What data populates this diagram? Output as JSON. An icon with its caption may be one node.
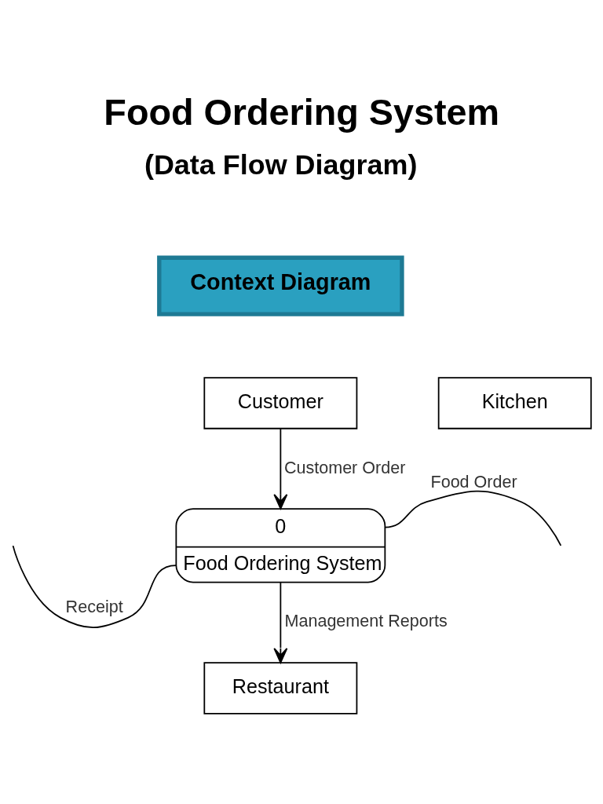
{
  "diagram": {
    "title": "Food Ordering System",
    "nodes": [
      {
        "text": [
          "Context Diagram"
        ]
      },
      {
        "text": [
          "Customer"
        ]
      },
      {
        "text": [
          "Kitchen"
        ]
      },
      {
        "text": [
          "0",
          "Food Ordering System"
        ]
      },
      {
        "text": [
          "Restaurant"
        ]
      }
    ],
    "edges": [
      {
        "from": 1,
        "to": 3,
        "arrow": "to",
        "label": "Customer Order"
      },
      {
        "from": 3,
        "to": null,
        "arrow": "none",
        "label": "Receipt"
      },
      {
        "from": 3,
        "to": null,
        "arrow": "none",
        "label": "Food Order"
      },
      {
        "from": 3,
        "to": 4,
        "arrow": "to",
        "label": "Management Reports"
      }
    ],
    "labels": [
      "(Data Flow Diagram)"
    ]
  }
}
